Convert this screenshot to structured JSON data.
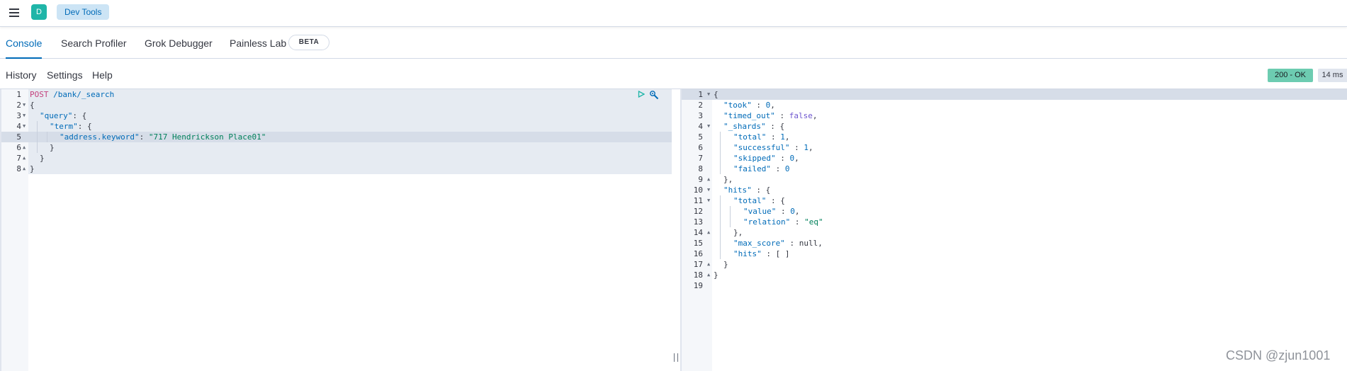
{
  "header": {
    "space_initial": "D",
    "breadcrumb": "Dev Tools"
  },
  "tabs": [
    {
      "label": "Console",
      "active": true
    },
    {
      "label": "Search Profiler",
      "active": false
    },
    {
      "label": "Grok Debugger",
      "active": false
    },
    {
      "label": "Painless Lab",
      "active": false
    }
  ],
  "beta_badge": "BETA",
  "toolbar": {
    "history": "History",
    "settings": "Settings",
    "help": "Help"
  },
  "response_status": {
    "status": "200 - OK",
    "time": "14 ms",
    "status_color": "#6dccb1"
  },
  "request": {
    "method": "POST",
    "url": "/bank/_search",
    "field": "address.keyword",
    "value": "717 Hendrickson Place01",
    "line_numbers": [
      "1",
      "2",
      "3",
      "4",
      "5",
      "6",
      "7",
      "8"
    ]
  },
  "response": {
    "took": "0",
    "timed_out": "false",
    "shards_total": "1",
    "shards_successful": "1",
    "shards_skipped": "0",
    "shards_failed": "0",
    "hits_total_value": "0",
    "hits_total_relation": "\"eq\"",
    "max_score": "null",
    "hits_hits": "[ ]",
    "line_numbers": [
      "1",
      "2",
      "3",
      "4",
      "5",
      "6",
      "7",
      "8",
      "9",
      "10",
      "11",
      "12",
      "13",
      "14",
      "15",
      "16",
      "17",
      "18",
      "19"
    ]
  },
  "icons": {
    "menu": "menu-icon",
    "play": "play-icon",
    "wrench": "wrench-icon"
  },
  "watermark": "CSDN @zjun1001"
}
